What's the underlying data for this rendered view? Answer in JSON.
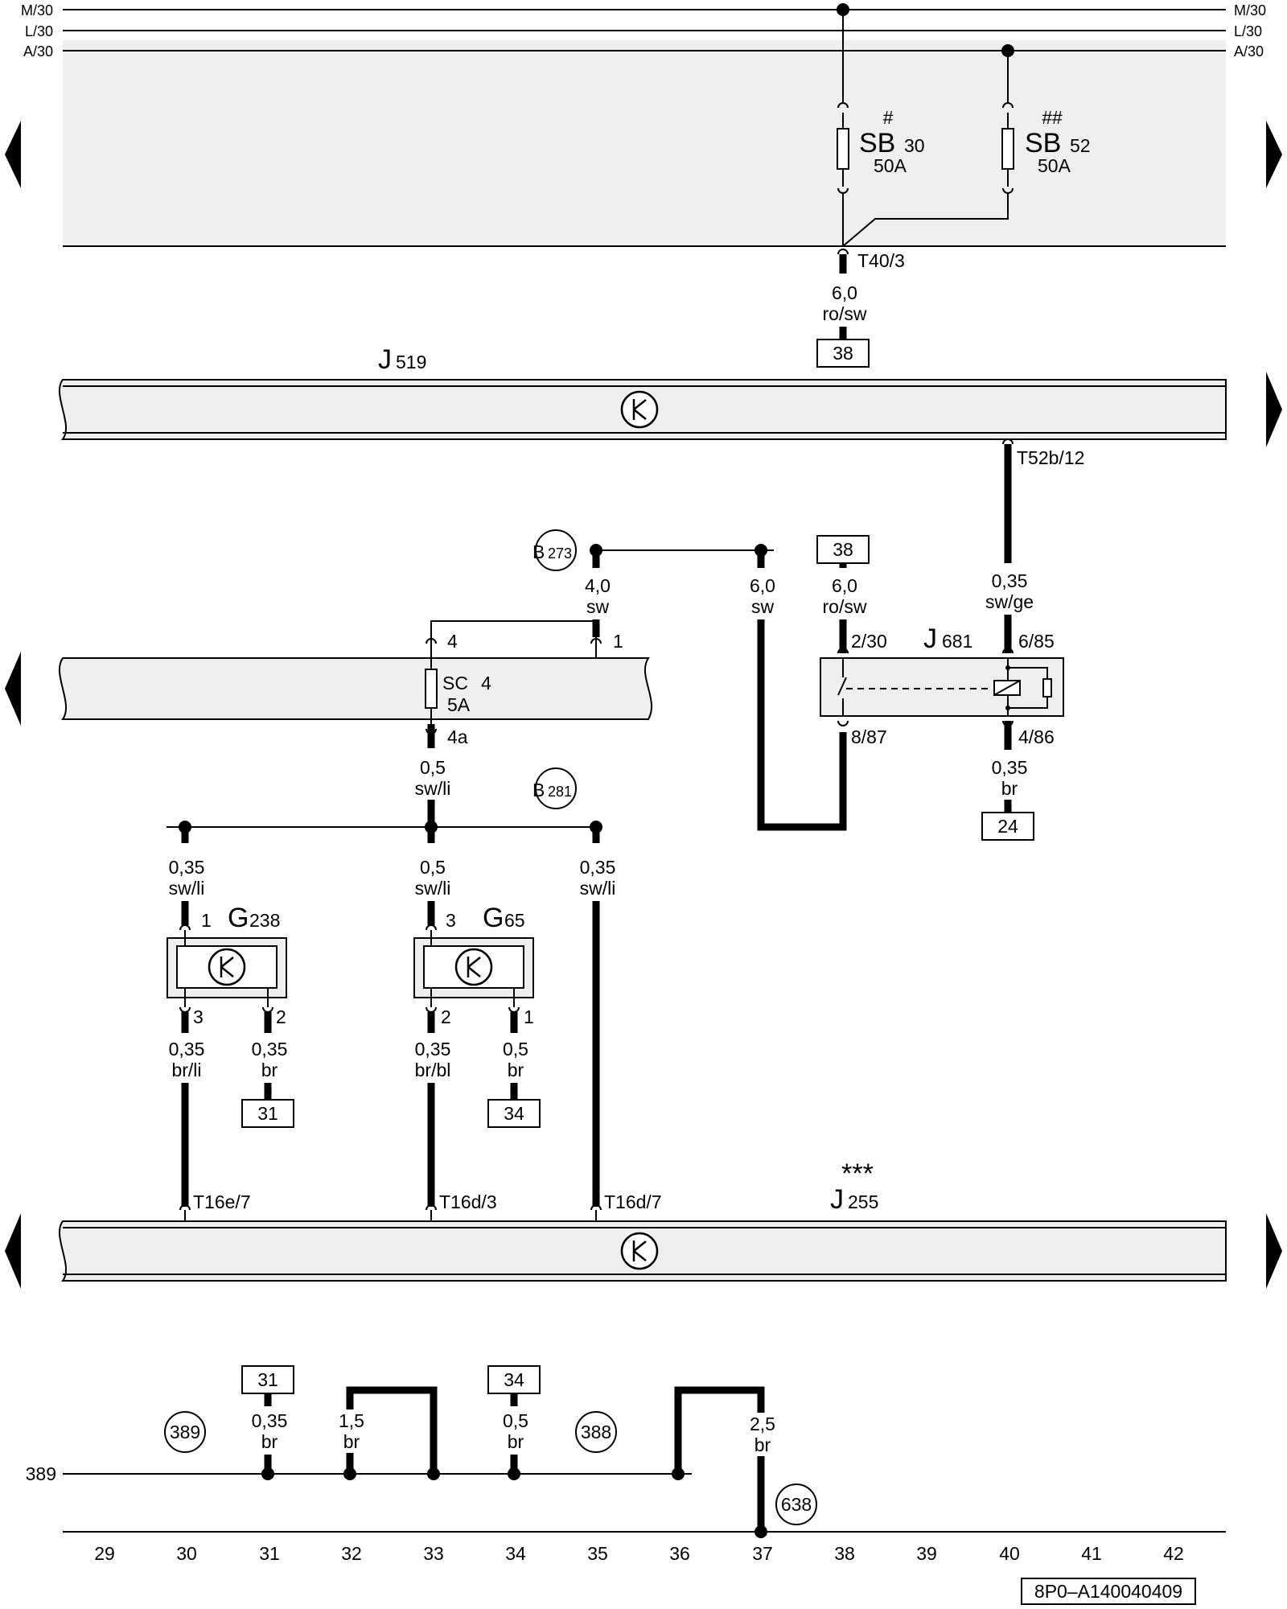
{
  "rails": [
    {
      "left": "M/30",
      "right": "M/30"
    },
    {
      "left": "L/30",
      "right": "L/30"
    },
    {
      "left": "A/30",
      "right": "A/30"
    }
  ],
  "fuses": {
    "sb30": {
      "mark": "#",
      "name": "SB",
      "num": "30",
      "rating": "50A"
    },
    "sb52": {
      "mark": "##",
      "name": "SB",
      "num": "52",
      "rating": "50A"
    },
    "sc4": {
      "name": "SC",
      "num": "4",
      "rating": "5A"
    }
  },
  "connectors": {
    "t40_3": "T40/3",
    "t52b_12": "T52b/12",
    "t16e_7": "T16e/7",
    "t16d_3": "T16d/3",
    "t16d_7": "T16d/7"
  },
  "components": {
    "j519": {
      "name": "J",
      "num": "519"
    },
    "j681": {
      "name": "J",
      "num": "681"
    },
    "j255": {
      "name": "J",
      "num": "255",
      "mark": "***"
    },
    "g238": {
      "name": "G",
      "num": "238"
    },
    "g65": {
      "name": "G",
      "num": "65"
    },
    "b273": {
      "name": "B",
      "num": "273"
    },
    "b281": {
      "name": "B",
      "num": "281"
    }
  },
  "wires": {
    "w1": {
      "gauge": "6,0",
      "color": "ro/sw"
    },
    "w2": {
      "gauge": "4,0",
      "color": "sw"
    },
    "w3": {
      "gauge": "6,0",
      "color": "sw"
    },
    "w4": {
      "gauge": "6,0",
      "color": "ro/sw"
    },
    "w5": {
      "gauge": "0,35",
      "color": "sw/ge"
    },
    "w6": {
      "gauge": "0,5",
      "color": "sw/li"
    },
    "w7": {
      "gauge": "0,35",
      "color": "br"
    },
    "w8": {
      "gauge": "0,35",
      "color": "sw/li"
    },
    "w9": {
      "gauge": "0,5",
      "color": "sw/li"
    },
    "w10": {
      "gauge": "0,35",
      "color": "sw/li"
    },
    "w11": {
      "gauge": "0,35",
      "color": "br/li"
    },
    "w12": {
      "gauge": "0,35",
      "color": "br"
    },
    "w13": {
      "gauge": "0,35",
      "color": "br/bl"
    },
    "w14": {
      "gauge": "0,5",
      "color": "br"
    },
    "w15": {
      "gauge": "0,35",
      "color": "br"
    },
    "w16": {
      "gauge": "1,5",
      "color": "br"
    },
    "w17": {
      "gauge": "0,5",
      "color": "br"
    },
    "w18": {
      "gauge": "2,5",
      "color": "br"
    }
  },
  "pins": {
    "sc4_4": "4",
    "sc4_1": "1",
    "sc4_4a": "4a",
    "j681_2_30": "2/30",
    "j681_6_85": "6/85",
    "j681_8_87": "8/87",
    "j681_4_86": "4/86",
    "g238_1": "1",
    "g238_3": "3",
    "g238_2": "2",
    "g65_3": "3",
    "g65_2": "2",
    "g65_1": "1"
  },
  "refs": {
    "r38a": "38",
    "r38b": "38",
    "r24": "24",
    "r31a": "31",
    "r34a": "34",
    "r31b": "31",
    "r34b": "34"
  },
  "grounds": {
    "g389a": "389",
    "g388": "388",
    "g638": "638"
  },
  "ground_rail_label": "389",
  "scale": [
    "29",
    "30",
    "31",
    "32",
    "33",
    "34",
    "35",
    "36",
    "37",
    "38",
    "39",
    "40",
    "41",
    "42"
  ],
  "doc_id": "8P0–A140040409"
}
